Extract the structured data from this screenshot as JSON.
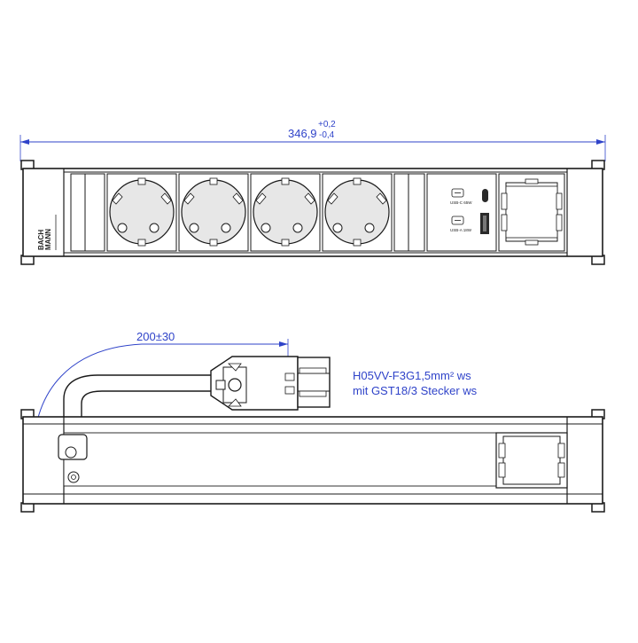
{
  "dimension_width": {
    "value": "346,9",
    "tol_upper": "+0,2",
    "tol_lower": "-0,4"
  },
  "dimension_cable": {
    "value": "200±30"
  },
  "cable_note": {
    "line1": "H05VV-F3G1,5mm² ws",
    "line2": "mit GST18/3  Stecker ws"
  },
  "brand": {
    "line1": "BACH",
    "line2": "MANN"
  },
  "usb": {
    "c_label": "USB-C 65W",
    "a_label": "USB-A 18W"
  },
  "colors": {
    "dimension": "#2f43c9",
    "outline": "#1a1a1a",
    "socket_fill": "#e7e7e7",
    "dark_module": "#2a2a2a"
  }
}
